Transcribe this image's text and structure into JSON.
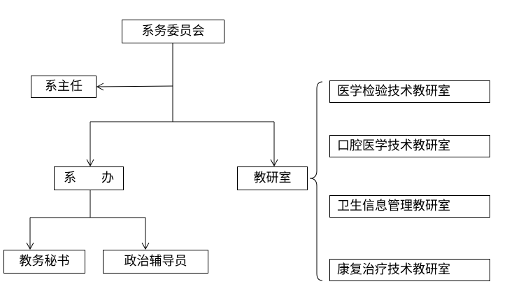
{
  "org_chart": {
    "committee": "系务委员会",
    "director": "系主任",
    "office": "系　　办",
    "research_office": "教研室",
    "secretary": "教务秘书",
    "counselor": "政治辅导员",
    "departments": [
      "医学检验技术教研室",
      "口腔医学技术教研室",
      "卫生信息管理教研室",
      "康复治疗技术教研室"
    ]
  }
}
